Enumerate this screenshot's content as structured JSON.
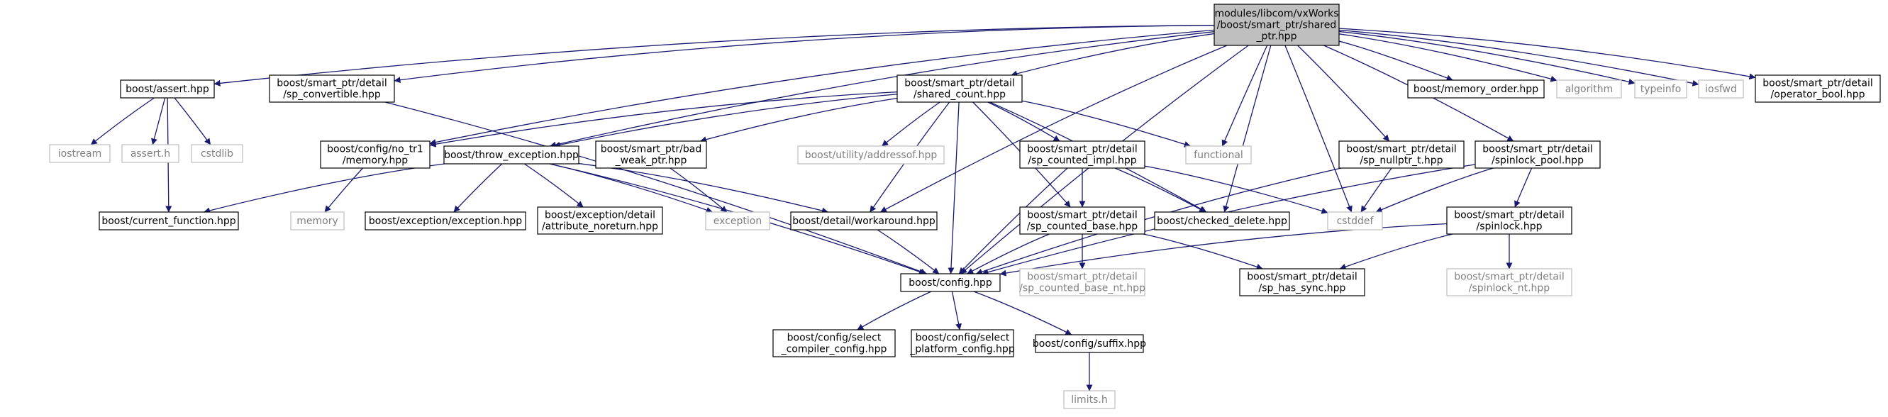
{
  "colors": {
    "edge": "#191970",
    "box_border": "#000000",
    "external_border": "#bfbfbf",
    "root_fill": "#bfbfbf",
    "text": "#000000",
    "external_text": "#7f7f7f"
  },
  "nodes": [
    {
      "id": "root",
      "kind": "root",
      "lines": [
        "modules/libcom/vxWorks",
        "/boost/smart_ptr/shared",
        "_ptr.hpp"
      ]
    },
    {
      "id": "assert",
      "kind": "file",
      "lines": [
        "boost/assert.hpp"
      ]
    },
    {
      "id": "sp_convertible",
      "kind": "file",
      "lines": [
        "boost/smart_ptr/detail",
        "/sp_convertible.hpp"
      ]
    },
    {
      "id": "shared_count",
      "kind": "file",
      "lines": [
        "boost/smart_ptr/detail",
        "/shared_count.hpp"
      ]
    },
    {
      "id": "memory_order",
      "kind": "file",
      "lines": [
        "boost/memory_order.hpp"
      ]
    },
    {
      "id": "algorithm",
      "kind": "external",
      "lines": [
        "algorithm"
      ]
    },
    {
      "id": "typeinfo",
      "kind": "external",
      "lines": [
        "typeinfo"
      ]
    },
    {
      "id": "iosfwd",
      "kind": "external",
      "lines": [
        "iosfwd"
      ]
    },
    {
      "id": "operator_bool",
      "kind": "file",
      "lines": [
        "boost/smart_ptr/detail",
        "/operator_bool.hpp"
      ]
    },
    {
      "id": "iostream",
      "kind": "external",
      "lines": [
        "iostream"
      ]
    },
    {
      "id": "assert_h",
      "kind": "external",
      "lines": [
        "assert.h"
      ]
    },
    {
      "id": "cstdlib",
      "kind": "external",
      "lines": [
        "cstdlib"
      ]
    },
    {
      "id": "current_function",
      "kind": "file",
      "lines": [
        "boost/current_function.hpp"
      ]
    },
    {
      "id": "no_tr1_memory",
      "kind": "file",
      "lines": [
        "boost/config/no_tr1",
        "/memory.hpp"
      ]
    },
    {
      "id": "throw_exception",
      "kind": "file",
      "lines": [
        "boost/throw_exception.hpp"
      ]
    },
    {
      "id": "bad_weak_ptr",
      "kind": "file",
      "lines": [
        "boost/smart_ptr/bad",
        "_weak_ptr.hpp"
      ]
    },
    {
      "id": "addressof",
      "kind": "external",
      "lines": [
        "boost/utility/addressof.hpp"
      ]
    },
    {
      "id": "sp_counted_impl",
      "kind": "file",
      "lines": [
        "boost/smart_ptr/detail",
        "/sp_counted_impl.hpp"
      ]
    },
    {
      "id": "functional",
      "kind": "external",
      "lines": [
        "functional"
      ]
    },
    {
      "id": "sp_nullptr_t",
      "kind": "file",
      "lines": [
        "boost/smart_ptr/detail",
        "/sp_nullptr_t.hpp"
      ]
    },
    {
      "id": "spinlock_pool",
      "kind": "file",
      "lines": [
        "boost/smart_ptr/detail",
        "/spinlock_pool.hpp"
      ]
    },
    {
      "id": "memory",
      "kind": "external",
      "lines": [
        "memory"
      ]
    },
    {
      "id": "exception_hpp",
      "kind": "file",
      "lines": [
        "boost/exception/exception.hpp"
      ]
    },
    {
      "id": "attribute_noreturn",
      "kind": "file",
      "lines": [
        "boost/exception/detail",
        "/attribute_noreturn.hpp"
      ]
    },
    {
      "id": "exception",
      "kind": "external",
      "lines": [
        "exception"
      ]
    },
    {
      "id": "workaround",
      "kind": "file",
      "lines": [
        "boost/detail/workaround.hpp"
      ]
    },
    {
      "id": "sp_counted_base",
      "kind": "file",
      "lines": [
        "boost/smart_ptr/detail",
        "/sp_counted_base.hpp"
      ]
    },
    {
      "id": "checked_delete",
      "kind": "file",
      "lines": [
        "boost/checked_delete.hpp"
      ]
    },
    {
      "id": "cstddef",
      "kind": "external",
      "lines": [
        "cstddef"
      ]
    },
    {
      "id": "spinlock",
      "kind": "file",
      "lines": [
        "boost/smart_ptr/detail",
        "/spinlock.hpp"
      ]
    },
    {
      "id": "config",
      "kind": "file",
      "lines": [
        "boost/config.hpp"
      ]
    },
    {
      "id": "sp_counted_base_nt",
      "kind": "external",
      "lines": [
        "boost/smart_ptr/detail",
        "/sp_counted_base_nt.hpp"
      ]
    },
    {
      "id": "sp_has_sync",
      "kind": "file",
      "lines": [
        "boost/smart_ptr/detail",
        "/sp_has_sync.hpp"
      ]
    },
    {
      "id": "spinlock_nt",
      "kind": "external",
      "lines": [
        "boost/smart_ptr/detail",
        "/spinlock_nt.hpp"
      ]
    },
    {
      "id": "select_compiler",
      "kind": "file",
      "lines": [
        "boost/config/select",
        "_compiler_config.hpp"
      ]
    },
    {
      "id": "select_platform",
      "kind": "file",
      "lines": [
        "boost/config/select",
        "_platform_config.hpp"
      ]
    },
    {
      "id": "suffix",
      "kind": "file",
      "lines": [
        "boost/config/suffix.hpp"
      ]
    },
    {
      "id": "limits_h",
      "kind": "external",
      "lines": [
        "limits.h"
      ]
    }
  ],
  "edges": [
    [
      "root",
      "assert"
    ],
    [
      "root",
      "sp_convertible"
    ],
    [
      "root",
      "shared_count"
    ],
    [
      "root",
      "memory_order"
    ],
    [
      "root",
      "algorithm"
    ],
    [
      "root",
      "typeinfo"
    ],
    [
      "root",
      "iosfwd"
    ],
    [
      "root",
      "operator_bool"
    ],
    [
      "root",
      "config"
    ],
    [
      "root",
      "no_tr1_memory"
    ],
    [
      "root",
      "throw_exception"
    ],
    [
      "root",
      "workaround"
    ],
    [
      "root",
      "functional"
    ],
    [
      "root",
      "checked_delete"
    ],
    [
      "root",
      "sp_nullptr_t"
    ],
    [
      "root",
      "cstddef"
    ],
    [
      "root",
      "spinlock_pool"
    ],
    [
      "assert",
      "iostream"
    ],
    [
      "assert",
      "assert_h"
    ],
    [
      "assert",
      "cstdlib"
    ],
    [
      "assert",
      "current_function"
    ],
    [
      "sp_convertible",
      "config"
    ],
    [
      "shared_count",
      "no_tr1_memory"
    ],
    [
      "shared_count",
      "throw_exception"
    ],
    [
      "shared_count",
      "bad_weak_ptr"
    ],
    [
      "shared_count",
      "addressof"
    ],
    [
      "shared_count",
      "workaround"
    ],
    [
      "shared_count",
      "sp_counted_impl"
    ],
    [
      "shared_count",
      "functional"
    ],
    [
      "shared_count",
      "checked_delete"
    ],
    [
      "shared_count",
      "config"
    ],
    [
      "shared_count",
      "sp_counted_base"
    ],
    [
      "no_tr1_memory",
      "memory"
    ],
    [
      "throw_exception",
      "current_function"
    ],
    [
      "throw_exception",
      "exception_hpp"
    ],
    [
      "throw_exception",
      "attribute_noreturn"
    ],
    [
      "throw_exception",
      "exception"
    ],
    [
      "throw_exception",
      "workaround"
    ],
    [
      "throw_exception",
      "config"
    ],
    [
      "bad_weak_ptr",
      "exception"
    ],
    [
      "workaround",
      "config"
    ],
    [
      "sp_counted_impl",
      "config"
    ],
    [
      "sp_counted_impl",
      "sp_counted_base"
    ],
    [
      "sp_counted_impl",
      "checked_delete"
    ],
    [
      "sp_counted_impl",
      "cstddef"
    ],
    [
      "sp_counted_base",
      "config"
    ],
    [
      "sp_counted_base",
      "sp_counted_base_nt"
    ],
    [
      "sp_counted_base",
      "sp_has_sync"
    ],
    [
      "sp_nullptr_t",
      "config"
    ],
    [
      "sp_nullptr_t",
      "cstddef"
    ],
    [
      "spinlock_pool",
      "config"
    ],
    [
      "spinlock_pool",
      "cstddef"
    ],
    [
      "spinlock_pool",
      "spinlock"
    ],
    [
      "spinlock",
      "config"
    ],
    [
      "spinlock",
      "sp_has_sync"
    ],
    [
      "spinlock",
      "spinlock_nt"
    ],
    [
      "config",
      "select_compiler"
    ],
    [
      "config",
      "select_platform"
    ],
    [
      "config",
      "suffix"
    ],
    [
      "suffix",
      "limits_h"
    ]
  ]
}
